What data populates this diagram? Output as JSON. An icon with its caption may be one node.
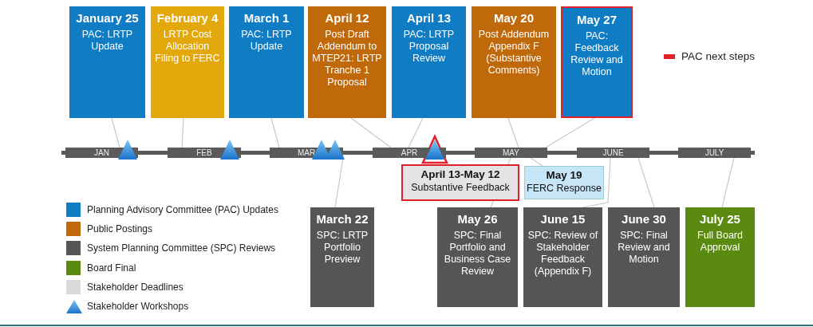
{
  "diagram": {
    "nodes": [
      {
        "text": [
          "January 25",
          "PAC: LRTP Update"
        ]
      },
      {
        "text": [
          "February 4",
          "LRTP Cost Allocation Filing to FERC"
        ]
      },
      {
        "text": [
          "March 1",
          "PAC: LRTP Update"
        ]
      },
      {
        "text": [
          "April 12",
          "Post Draft Addendum to MTEP21: LRTP Tranche 1 Proposal"
        ]
      },
      {
        "text": [
          "April 13",
          "PAC: LRTP Proposal Review"
        ]
      },
      {
        "text": [
          "May 20",
          "Post Addendum Appendix F (Substantive Comments)"
        ]
      },
      {
        "text": [
          "May 27",
          "PAC: Feedback Review and Motion"
        ]
      },
      {
        "text": [
          "JAN"
        ]
      },
      {
        "text": [
          "FEB"
        ]
      },
      {
        "text": [
          "MAR"
        ]
      },
      {
        "text": [
          "APR"
        ]
      },
      {
        "text": [
          "MAY"
        ]
      },
      {
        "text": [
          "JUNE"
        ]
      },
      {
        "text": [
          "JULY"
        ]
      },
      {
        "text": [
          "April 13-May 12",
          "Substantive Feedback"
        ]
      },
      {
        "text": [
          "May 19",
          "FERC Response"
        ]
      },
      {
        "text": [
          "March 22",
          "SPC: LRTP Portfolio Preview"
        ]
      },
      {
        "text": [
          "May 26",
          "SPC: Final Portfolio and Business Case Review"
        ]
      },
      {
        "text": [
          "June 15",
          "SPC: Review of Stakeholder Feedback (Appendix F)"
        ]
      },
      {
        "text": [
          "June 30",
          "SPC: Final Review and Motion"
        ]
      },
      {
        "text": [
          "July 25",
          "Full Board Approval"
        ]
      }
    ],
    "edges": [
      {
        "from": 0,
        "to": 7,
        "arrow": "none"
      },
      {
        "from": 1,
        "to": 8,
        "arrow": "none"
      },
      {
        "from": 2,
        "to": 9,
        "arrow": "none"
      },
      {
        "from": 3,
        "to": 10,
        "arrow": "none"
      },
      {
        "from": 4,
        "to": 10,
        "arrow": "none"
      },
      {
        "from": 5,
        "to": 11,
        "arrow": "none"
      },
      {
        "from": 6,
        "to": 11,
        "arrow": "none"
      },
      {
        "from": 16,
        "to": 9,
        "arrow": "none"
      },
      {
        "from": 15,
        "to": 11,
        "arrow": "none"
      },
      {
        "from": 17,
        "to": 11,
        "arrow": "none"
      },
      {
        "from": 18,
        "to": 12,
        "arrow": "none"
      },
      {
        "from": 19,
        "to": 12,
        "arrow": "none"
      },
      {
        "from": 20,
        "to": 13,
        "arrow": "none"
      }
    ],
    "legend": [
      {
        "text": "PAC next steps",
        "color": "#e0202a"
      },
      {
        "text": "Planning Advisory Committee (PAC) Updates",
        "color": "#0f7cc4"
      },
      {
        "text": "Public Postings",
        "color": "#c0690a"
      },
      {
        "text": "System Planning Committee (SPC) Reviews",
        "color": "#555555"
      },
      {
        "text": "Board Final",
        "color": "#5a8a0f"
      },
      {
        "text": "Stakeholder Deadlines",
        "color": "#d9d9d9"
      },
      {
        "text": "Stakeholder Workshops"
      }
    ]
  }
}
